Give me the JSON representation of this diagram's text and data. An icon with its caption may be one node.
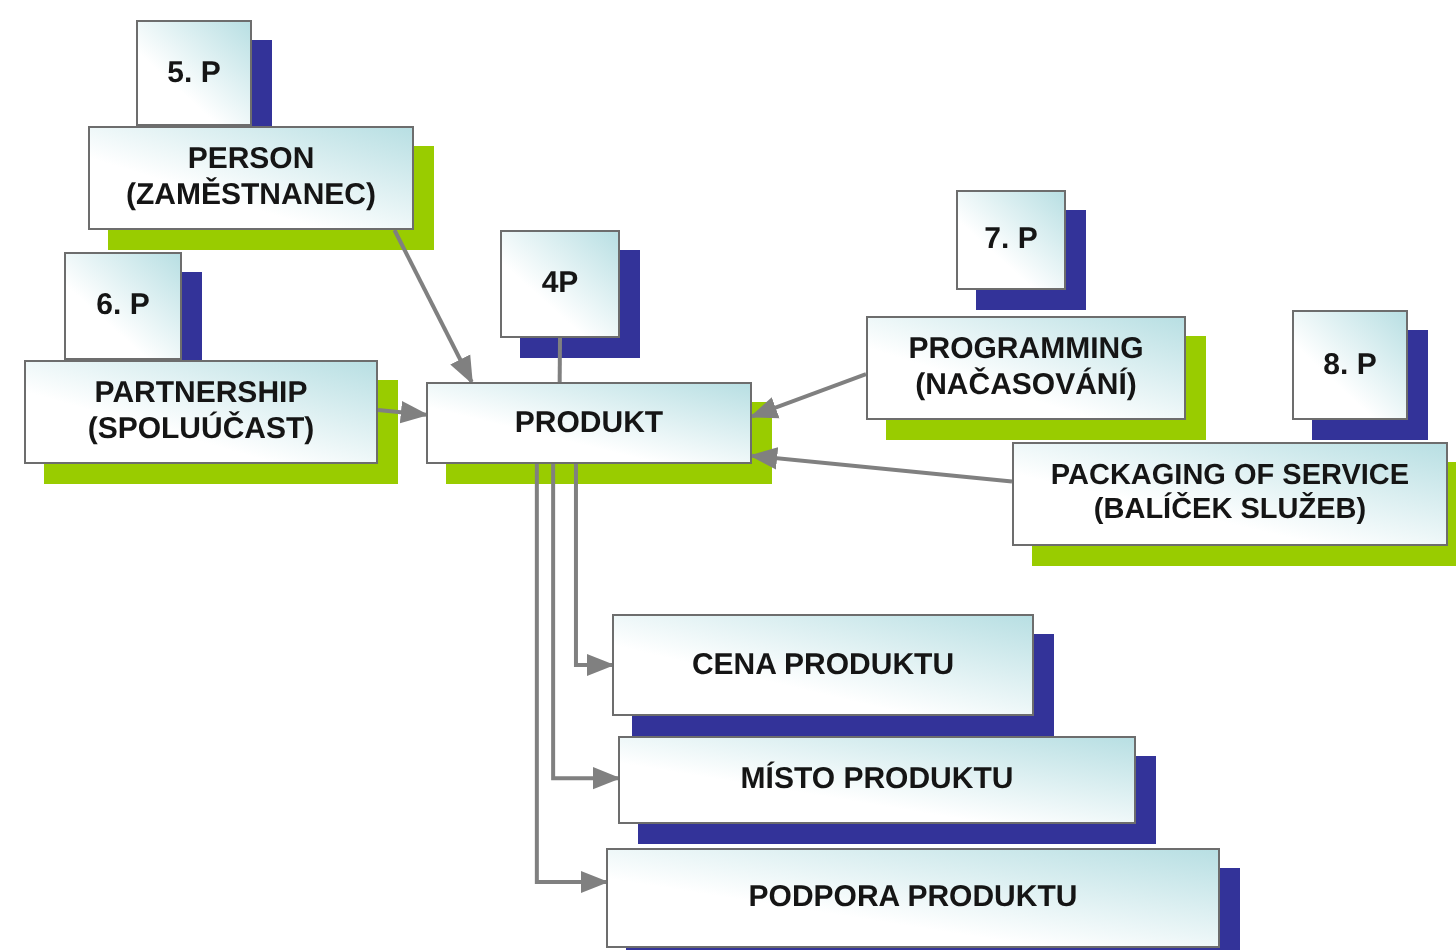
{
  "diagram": {
    "nodes": [
      {
        "text": [
          "5. P"
        ]
      },
      {
        "text": [
          "PERSON (ZAMĚSTNANEC)"
        ]
      },
      {
        "text": [
          "6. P"
        ]
      },
      {
        "text": [
          "PARTNERSHIP (SPOLUÚČAST)"
        ]
      },
      {
        "text": [
          "4P"
        ]
      },
      {
        "text": [
          "PRODUKT"
        ]
      },
      {
        "text": [
          "7. P"
        ]
      },
      {
        "text": [
          "PROGRAMMING (NAČASOVÁNÍ)"
        ]
      },
      {
        "text": [
          "8. P"
        ]
      },
      {
        "text": [
          "PACKAGING OF SERVICE (BALÍČEK SLUŽEB)"
        ]
      },
      {
        "text": [
          "CENA PRODUKTU"
        ]
      },
      {
        "text": [
          "MÍSTO PRODUKTU"
        ]
      },
      {
        "text": [
          "PODPORA PRODUKTU"
        ]
      }
    ],
    "edges": [
      {
        "from": 1,
        "to": 5,
        "arrow": "to"
      },
      {
        "from": 3,
        "to": 5,
        "arrow": "to"
      },
      {
        "from": 4,
        "to": 5,
        "arrow": "none"
      },
      {
        "from": 7,
        "to": 5,
        "arrow": "to"
      },
      {
        "from": 9,
        "to": 5,
        "arrow": "to"
      },
      {
        "from": 5,
        "to": 10,
        "arrow": "to"
      },
      {
        "from": 5,
        "to": 11,
        "arrow": "to"
      },
      {
        "from": 5,
        "to": 12,
        "arrow": "to"
      }
    ]
  }
}
